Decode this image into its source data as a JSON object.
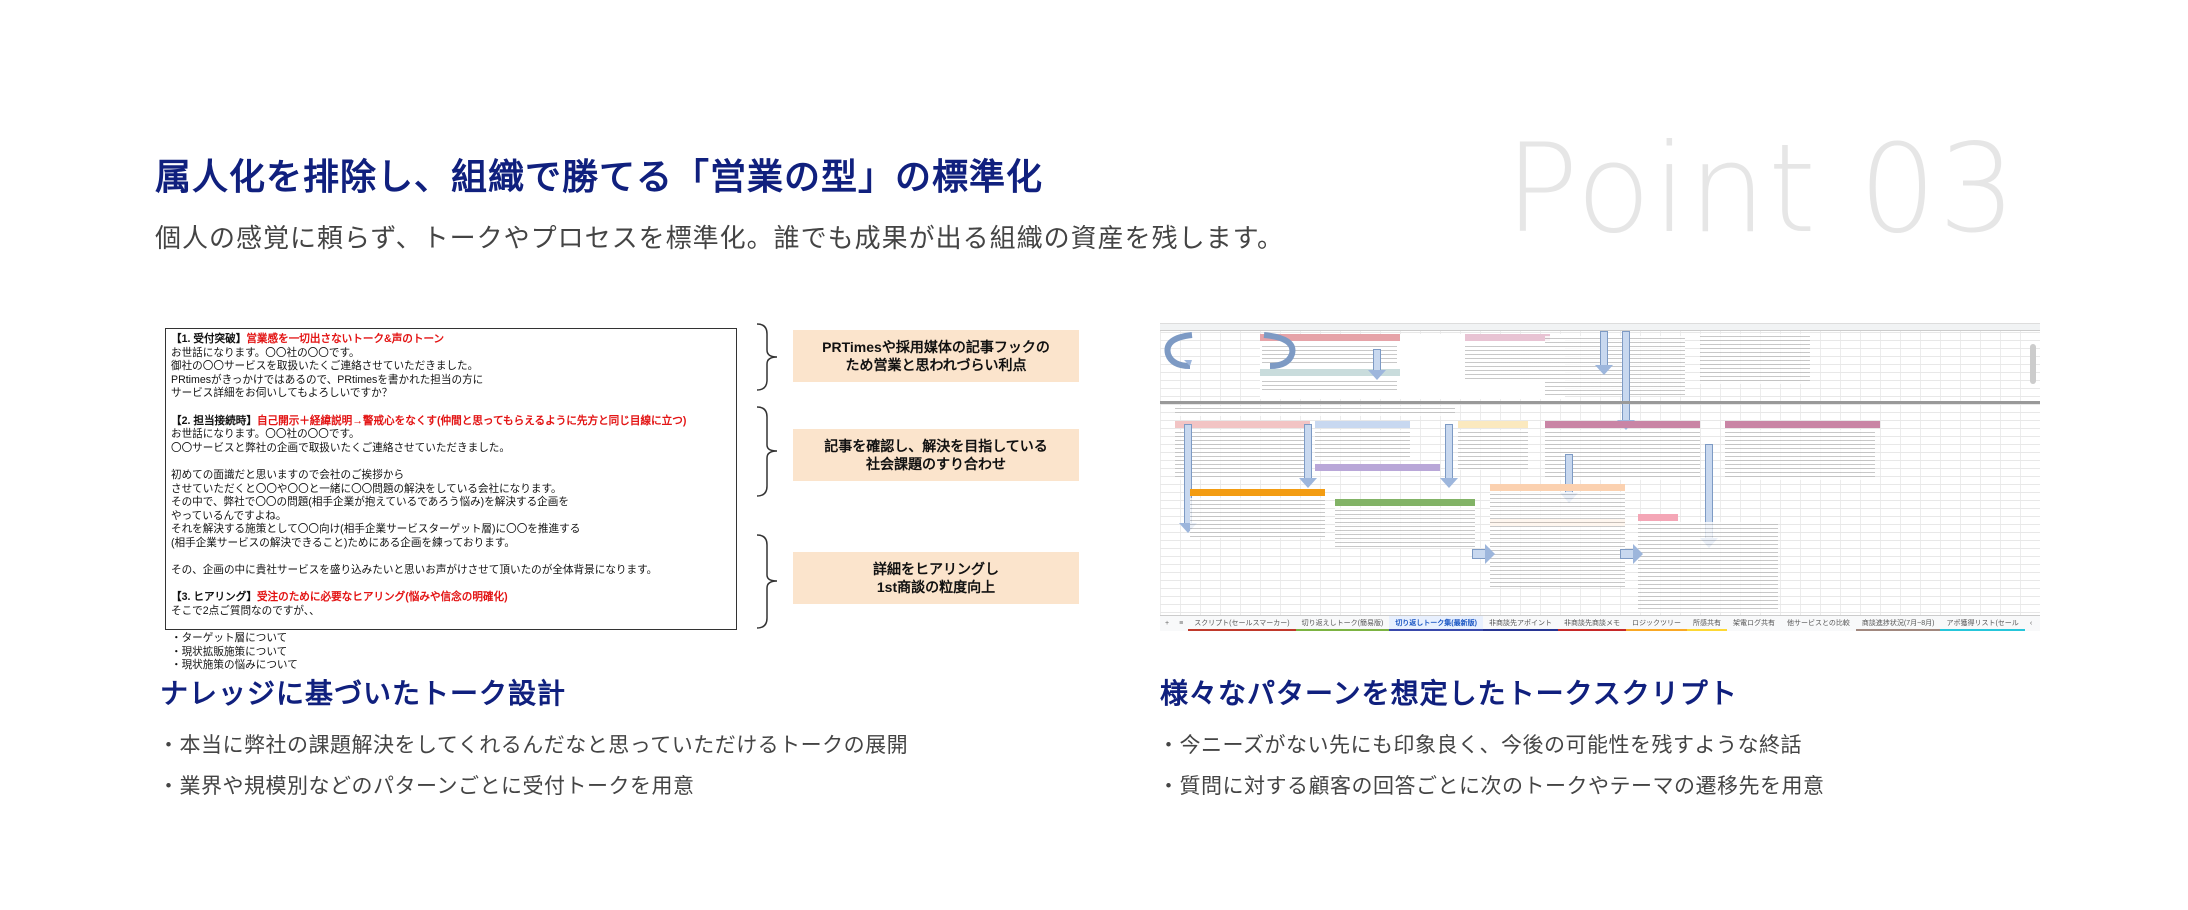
{
  "point_label": "Point 03",
  "header": {
    "title": "属人化を排除し、組織で勝てる「営業の型」の標準化",
    "subtitle": "個人の感覚に頼らず、トークやプロセスを標準化。誰でも成果が出る組織の資産を残します。"
  },
  "colors": {
    "heading": "#10207e",
    "point_label": "#e6e6e6",
    "note_bg": "#fbe4cc",
    "script_red": "#e31414"
  },
  "script": {
    "sections": [
      {
        "head": "【1. 受付突破】",
        "note": "営業感を一切出さないトーク&声のトーン",
        "lines": [
          "お世話になります。〇〇社の〇〇です。",
          "御社の〇〇サービスを取扱いたくご連絡させていただきました。",
          "PRtimesがきっかけではあるので、PRtimesを書かれた担当の方に",
          "サービス詳細をお伺いしてもよろしいですか？"
        ]
      },
      {
        "head": "【2. 担当接続時】",
        "note": "自己開示＋経緯説明→警戒心をなくす(仲間と思ってもらえるように先方と同じ目線に立つ)",
        "lines": [
          "お世話になります。〇〇社の〇〇です。",
          "〇〇サービスと弊社の企画で取扱いたくご連絡させていただきました。",
          "",
          "初めての面識だと思いますので会社のご挨拶から",
          "させていただくと〇〇や〇〇と一緒に〇〇問題の解決をしている会社になります。",
          "その中で、弊社で〇〇の問題(相手企業が抱えているであろう悩み)を解決する企画を",
          "やっているんですよね。",
          "それを解決する施策として〇〇向け(相手企業サービスターゲット層)に〇〇を推進する",
          "(相手企業サービスの解決できること)ためにある企画を練っております。",
          "",
          "その、企画の中に貴社サービスを盛り込みたいと思いお声がけさせて頂いたのが全体背景になります。"
        ]
      },
      {
        "head": "【3. ヒアリング】",
        "note": "受注のために必要なヒアリング(悩みや信念の明確化)",
        "lines": [
          "そこで2点ご質問なのですが、、",
          "",
          "・ターゲット層について",
          "・現状拡販施策について",
          "・現状施策の悩みについて"
        ]
      }
    ]
  },
  "notes": [
    {
      "line1": "PRTimesや採用媒体の記事フックの",
      "line2": "ため営業と思われづらい利点"
    },
    {
      "line1": "記事を確認し、解決を目指している",
      "line2": "社会課題のすり合わせ"
    },
    {
      "line1": "詳細をヒアリングし",
      "line2": "1st商談の粒度向上"
    }
  ],
  "spreadsheet": {
    "tabs": [
      {
        "label": "スクリプト(セールスマーカー)",
        "color": "#c0392b"
      },
      {
        "label": "切り返えしトーク(簡易版)",
        "color": "#7cb342"
      },
      {
        "label": "切り返しトーク集(最新版)",
        "color": "#3949ab",
        "active": true
      },
      {
        "label": "非商談先アポイント",
        "color": "#283593"
      },
      {
        "label": "非商談先商談メモ",
        "color": "#c62828"
      },
      {
        "label": "ロジックツリー",
        "color": "#f9a825"
      },
      {
        "label": "所感共有",
        "color": "#fdd835"
      },
      {
        "label": "架電ログ共有",
        "color": "#bdbdbd"
      },
      {
        "label": "他サービスとの比較",
        "color": "#bdbdbd"
      },
      {
        "label": "商談進捗状況(7月~8月)",
        "color": "#a1887f"
      },
      {
        "label": "アポ獲得リスト(セール",
        "color": "#26c6da"
      }
    ],
    "add_sheet_icon": "+",
    "all_sheets_icon": "≡",
    "nav_prev": "‹",
    "nav_next": "›"
  },
  "left_section": {
    "title": "ナレッジに基づいたトーク設計",
    "bullets": [
      "・本当に弊社の課題解決をしてくれるんだなと思っていただけるトークの展開",
      "・業界や規模別などのパターンごとに受付トークを用意"
    ]
  },
  "right_section": {
    "title": "様々なパターンを想定したトークスクリプト",
    "bullets": [
      "・今ニーズがない先にも印象良く、今後の可能性を残すような終話",
      "・質問に対する顧客の回答ごとに次のトークやテーマの遷移先を用意"
    ]
  }
}
